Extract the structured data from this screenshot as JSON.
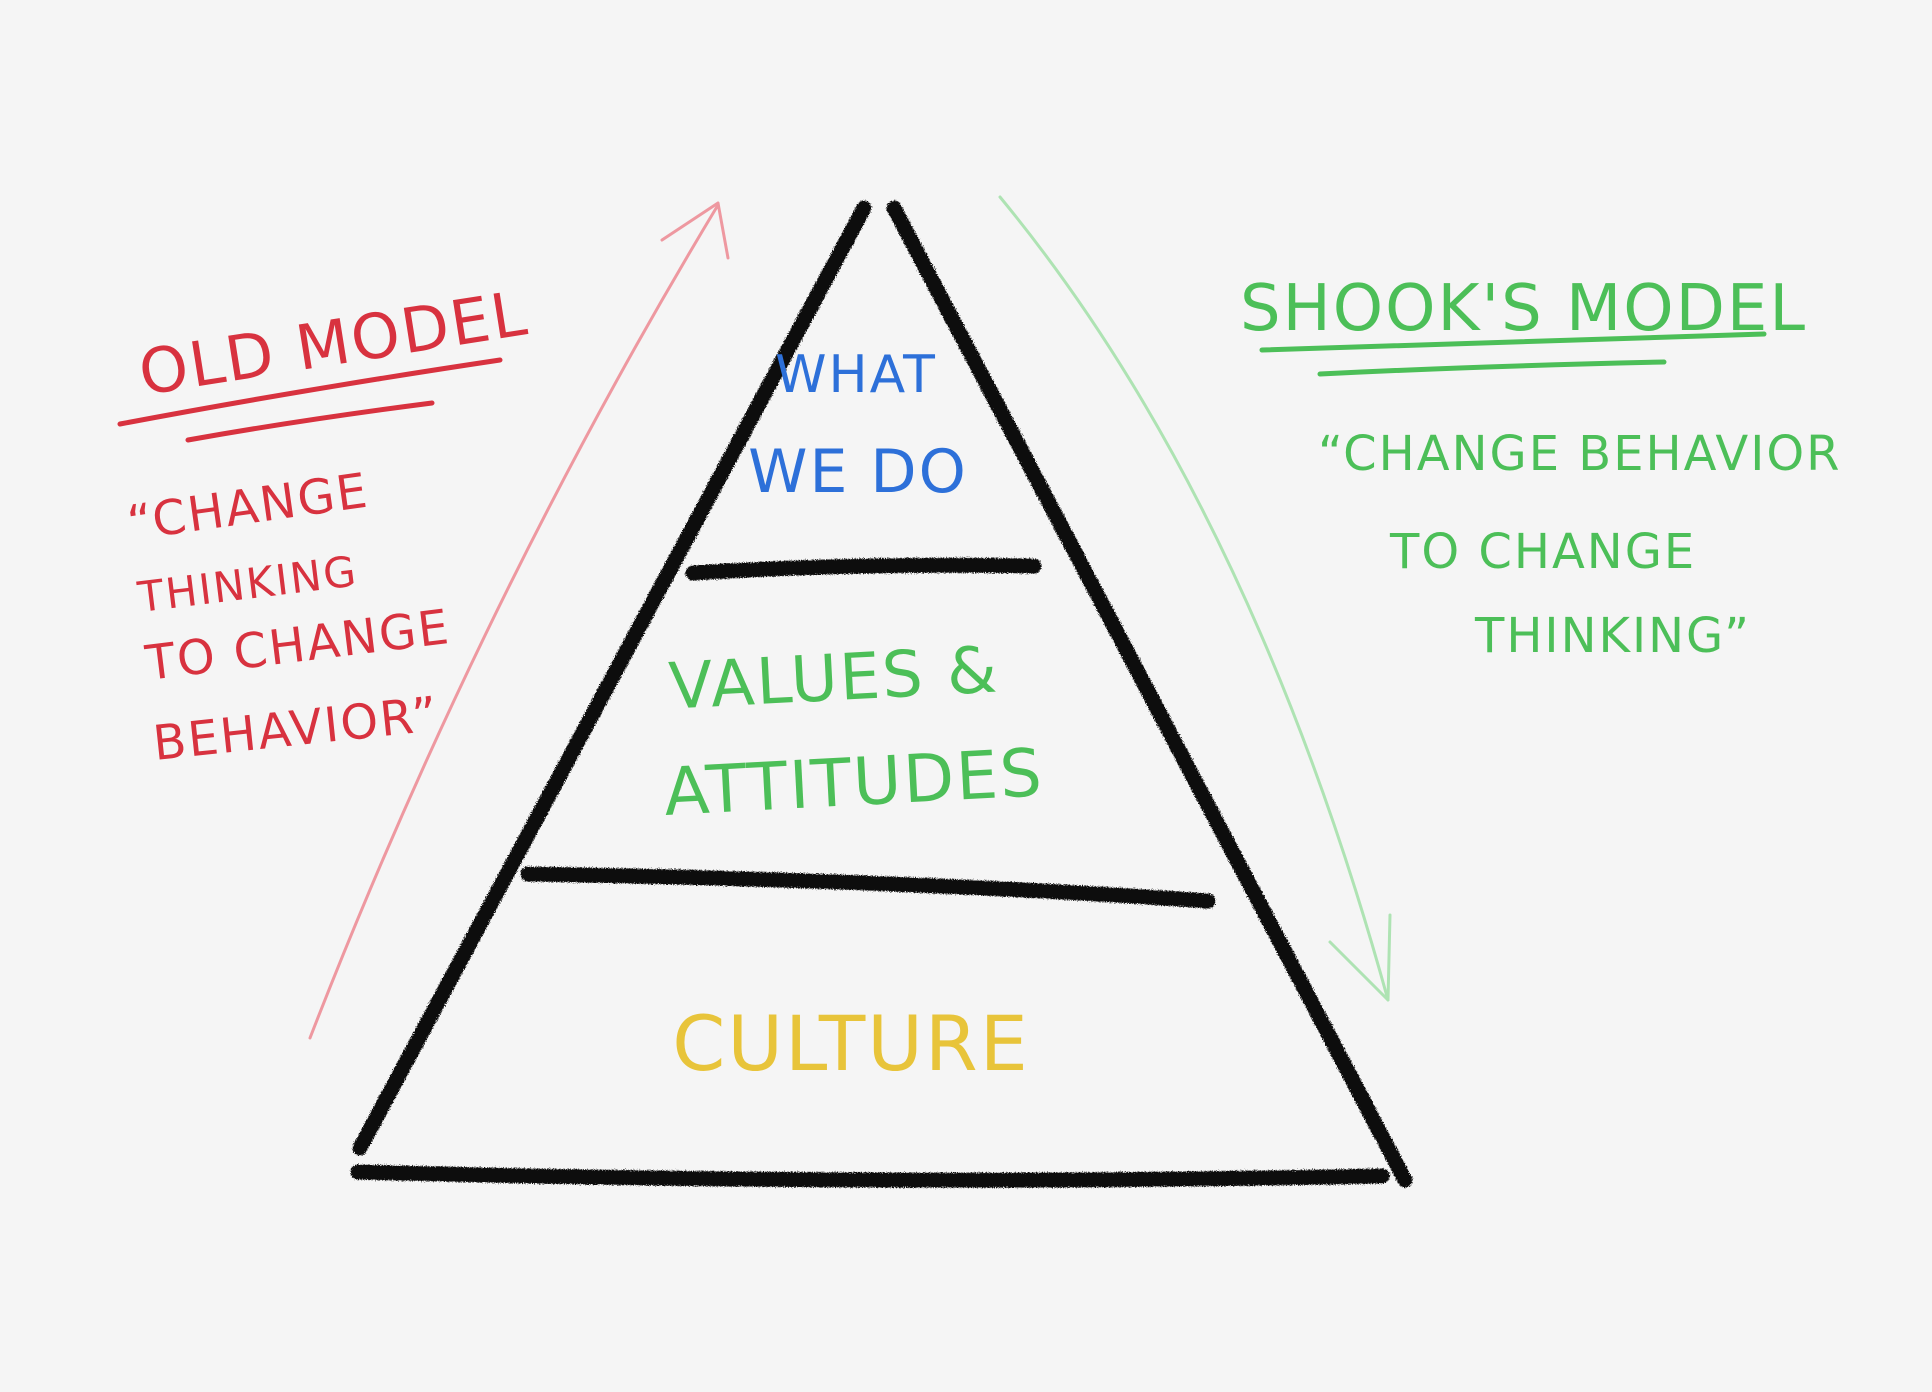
{
  "colors": {
    "background": "#f5f5f5",
    "pyramid": "#111111",
    "old_model": "#d8323f",
    "old_arrow": "#ee98a0",
    "new_model": "#4cbf58",
    "new_arrow": "#aee3b3",
    "top_layer": "#2d70d9",
    "middle_layer": "#4cbf58",
    "bottom_layer": "#e8c43a"
  },
  "old_model": {
    "title": "OLD MODEL",
    "quote": [
      "“CHANGE",
      "THINKING",
      "TO CHANGE",
      "BEHAVIOR”"
    ]
  },
  "new_model": {
    "title": "SHOOK'S MODEL",
    "quote": [
      "“CHANGE   BEHAVIOR",
      "TO   CHANGE",
      "THINKING”"
    ]
  },
  "pyramid": {
    "layers": [
      {
        "lines": [
          "WHAT",
          "WE DO"
        ]
      },
      {
        "lines": [
          "VALUES &",
          "ATTITUDES"
        ]
      },
      {
        "lines": [
          "CULTURE"
        ]
      }
    ]
  }
}
